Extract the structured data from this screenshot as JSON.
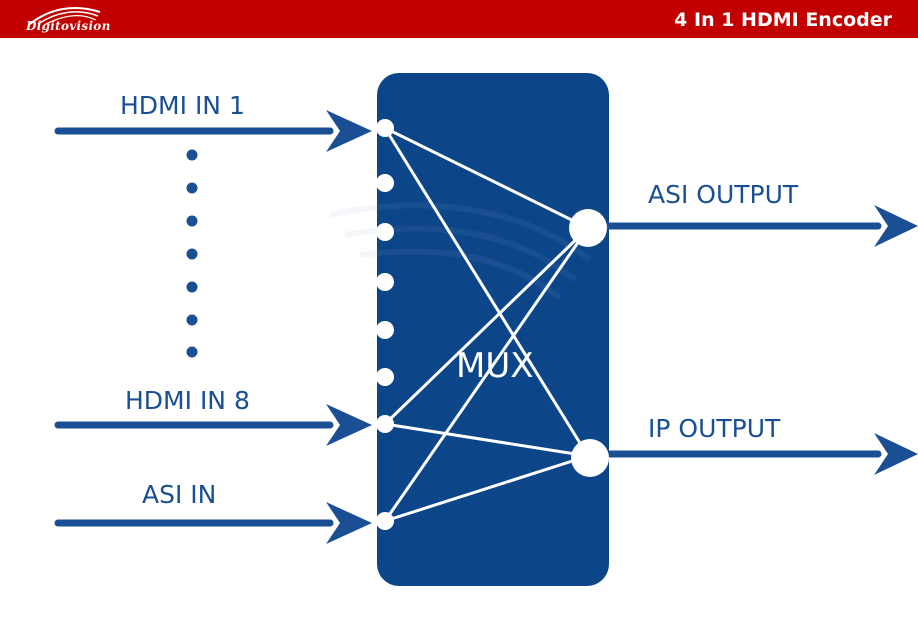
{
  "header": {
    "brand": "Digitovision",
    "title": "4 In 1 HDMI Encoder"
  },
  "diagram": {
    "inputs": {
      "hdmi_in_1": "HDMI IN 1",
      "hdmi_in_8": "HDMI IN 8",
      "asi_in": "ASI IN"
    },
    "mux": "MUX",
    "outputs": {
      "asi_output": "ASI OUTPUT",
      "ip_output": "IP OUTPUT"
    }
  },
  "colors": {
    "header": "#c30000",
    "diagram_blue": "#1b4f93",
    "mux_fill": "#0d4589"
  }
}
